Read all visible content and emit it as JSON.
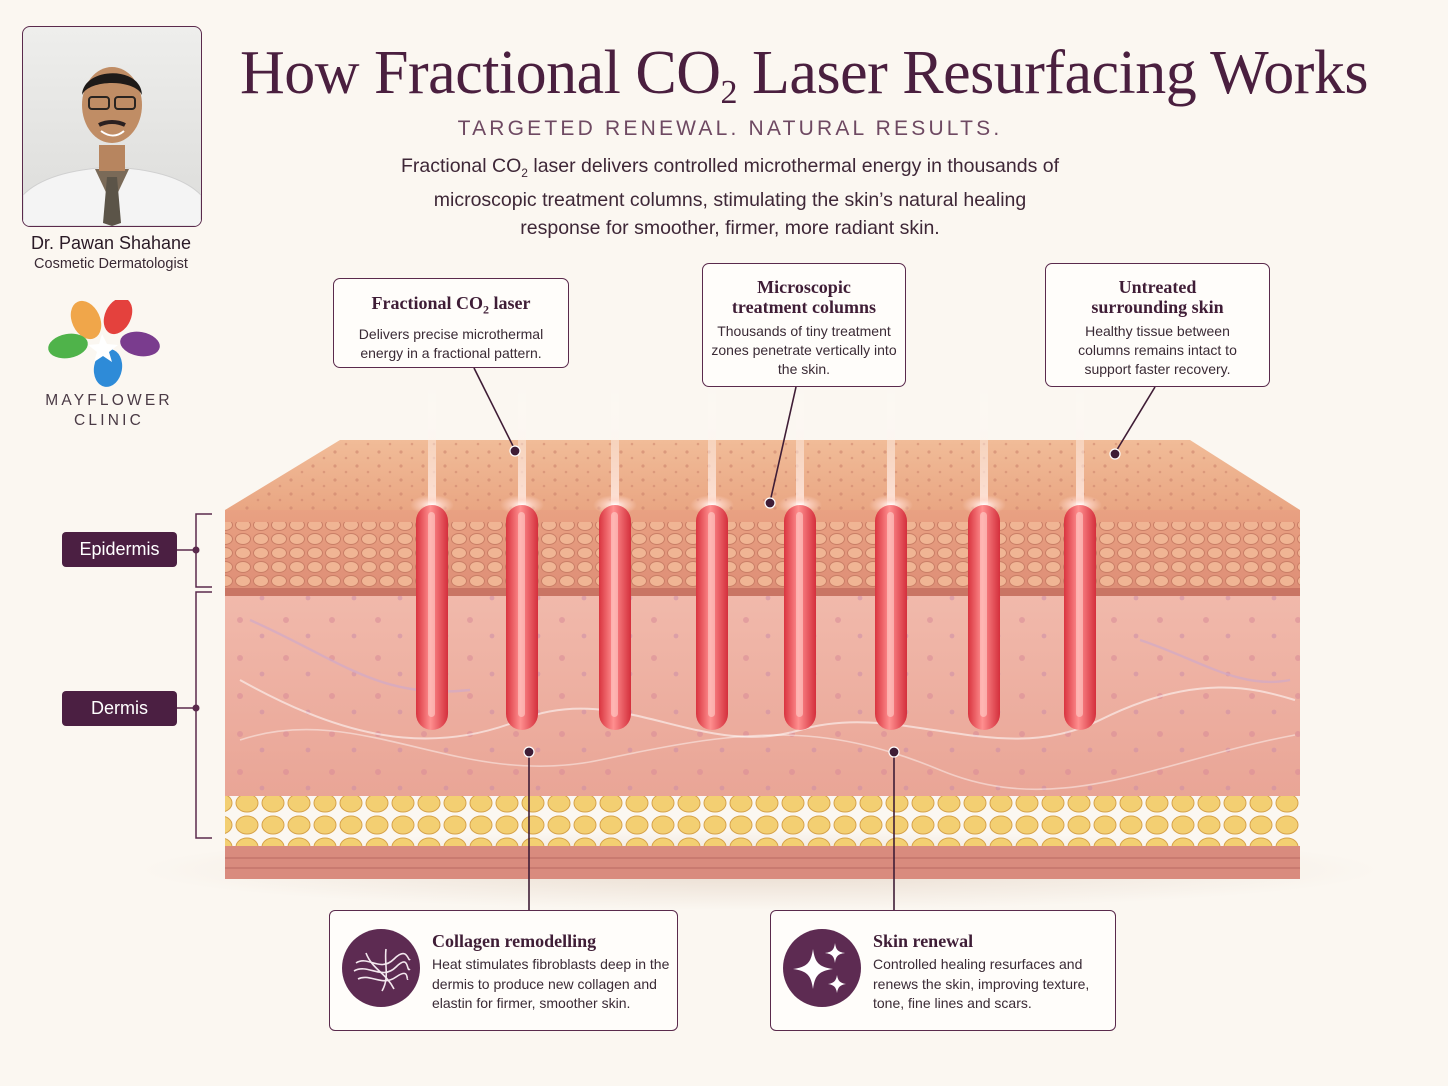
{
  "header": {
    "title_main": "How Fractional CO",
    "title_sub": "2",
    "title_rest": " Laser Resurfacing Works",
    "tagline": "TARGETED RENEWAL. NATURAL RESULTS.",
    "intro_part1": "Fractional CO",
    "intro_sub": "2",
    "intro_part2": " laser delivers controlled microthermal energy in thousands of microscopic treatment columns, stimulating the skin’s natural healing response for smoother, firmer, more radiant skin."
  },
  "doctor": {
    "name": "Dr. Pawan Shahane",
    "role": "Cosmetic Dermatologist"
  },
  "clinic": {
    "name_line1": "MAYFLOWER",
    "name_line2": "CLINIC"
  },
  "callouts": [
    {
      "title_main": "Fractional CO",
      "title_sub": "2",
      "title_rest": " laser",
      "body": "Delivers precise microthermal energy in a fractional pattern."
    },
    {
      "title_line1": "Microscopic",
      "title_line2": "treatment columns",
      "body": "Thousands of tiny treatment zones penetrate vertically into the skin."
    },
    {
      "title_line1": "Untreated",
      "title_line2": "surrounding skin",
      "body": "Healthy tissue between columns remains intact to support faster recovery."
    }
  ],
  "layers": {
    "epidermis": "Epidermis",
    "dermis": "Dermis"
  },
  "benefits": [
    {
      "title": "Collagen remodelling",
      "body": "Heat stimulates fibroblasts deep in the dermis to produce new collagen and elastin for firmer, smoother skin.",
      "icon": "collagen-fibers-icon"
    },
    {
      "title": "Skin renewal",
      "body": "Controlled healing resurfaces and renews the skin, improving texture, tone, fine lines and scars.",
      "icon": "sparkle-icon"
    }
  ],
  "colors": {
    "brand": "#4b1f42",
    "accent_laser": "#e4454f",
    "skin_epidermis": "#e8a383",
    "skin_dermis": "#eeb0a2",
    "fat": "#f0ca6c",
    "background": "#fbf7f1"
  }
}
